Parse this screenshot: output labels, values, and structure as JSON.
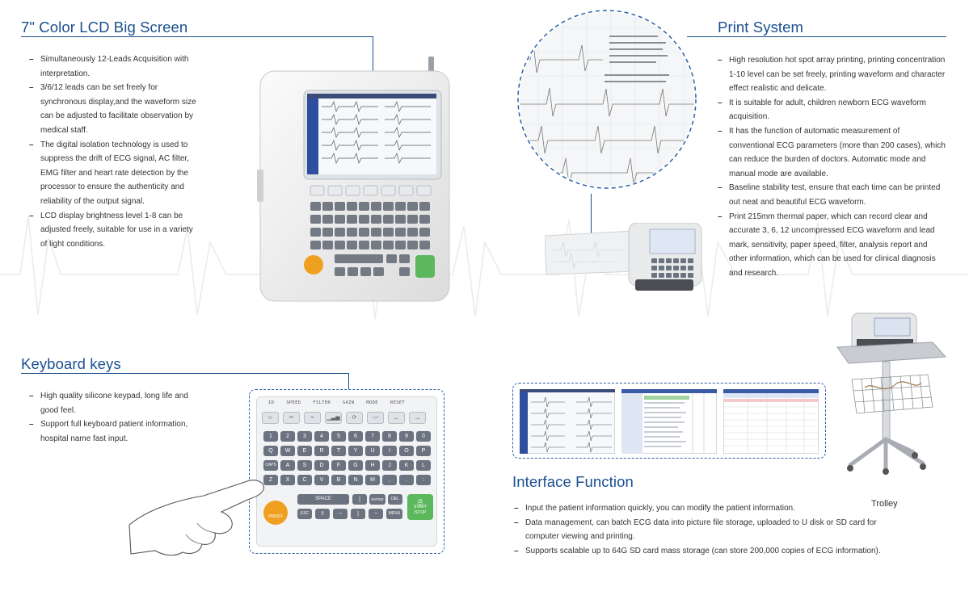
{
  "sections": {
    "lcd": {
      "title": "7\" Color LCD Big Screen",
      "bullets": [
        "Simultaneously 12-Leads Acquisition with interpretation.",
        "3/6/12 leads can be set freely for synchronous display,and the waveform size can be adjusted to facilitate observation by medical staff.",
        "The digital isolation technology is used to suppress the drift of ECG signal, AC filter, EMG filter and heart rate detection by the processor to ensure the authenticity and reliability of the output signal.",
        "LCD display brightness level 1-8 can be adjusted freely, suitable for use in a variety of light conditions."
      ]
    },
    "print": {
      "title": "Print System",
      "bullets": [
        "High resolution hot spot array printing, printing concentration 1-10 level can be set freely, printing waveform and character effect realistic and delicate.",
        "It is suitable for adult, children newborn ECG waveform acquisition.",
        "It has the function of automatic measurement of conventional ECG parameters (more than 200 cases), which can reduce the burden of doctors. Automatic mode and manual mode are available.",
        "Baseline stability test, ensure that each time can be printed out neat and beautiful ECG waveform.",
        "Print 215mm thermal paper, which can record clear and accurate 3, 6, 12 uncompressed ECG waveform and lead mark, sensitivity, paper speed, filter, analysis report and other information, which can be used for clinical diagnosis and research."
      ]
    },
    "keyboard": {
      "title": "Keyboard keys",
      "bullets": [
        "High quality silicone keypad, long life and good feel.",
        "Support full keyboard patient information, hospital name fast input."
      ],
      "top_labels": [
        "ID",
        "SPEED",
        "FILTER",
        "GAIN",
        "MODE",
        "RESET"
      ],
      "key_rows": [
        [
          "1",
          "2",
          "3",
          "4",
          "5",
          "6",
          "7",
          "8",
          "9",
          "0"
        ],
        [
          "Q",
          "W",
          "E",
          "R",
          "T",
          "Y",
          "U",
          "I",
          "O",
          "P"
        ],
        [
          "CAPS",
          "A",
          "S",
          "D",
          "F",
          "G",
          "H",
          "J",
          "K",
          "L"
        ],
        [
          "Z",
          "X",
          "C",
          "V",
          "B",
          "N",
          "M"
        ]
      ],
      "space_label": "SPACE",
      "enter_label": "ENTER",
      "del_label": "DEL",
      "esc_label": "ESC",
      "menu_label": "MENU",
      "onoff_label": "ON/OFF",
      "start_label": "START",
      "stop_label": "/STOP"
    },
    "interface": {
      "title": "Interface Function",
      "bullets": [
        "Input the patient information quickly, you can modify the patient information.",
        "Data management, can batch ECG data into picture file storage, uploaded to U disk or SD card for computer viewing and printing.",
        "Supports scalable up to 64G SD card mass storage (can store 200,000 copies of ECG information)."
      ]
    },
    "trolley": {
      "caption": "Trolley"
    }
  },
  "colors": {
    "heading": "#1a4f8f",
    "accent_green": "#5cb85c",
    "accent_orange": "#f0a020",
    "key_gray": "#6b7280"
  }
}
